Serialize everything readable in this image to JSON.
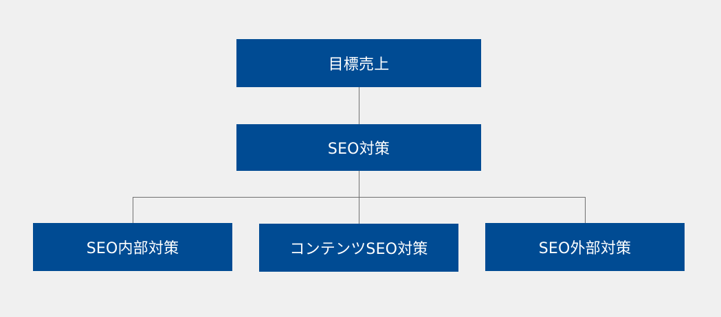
{
  "diagram": {
    "root": {
      "label": "目標売上"
    },
    "level1": {
      "label": "SEO対策"
    },
    "children": [
      {
        "label": "SEO内部対策"
      },
      {
        "label": "コンテンツSEO対策"
      },
      {
        "label": "SEO外部対策"
      }
    ]
  },
  "colors": {
    "background": "#f0f0f0",
    "box_fill": "#004b93",
    "box_text": "#ffffff",
    "connector": "#6f6f6f"
  }
}
